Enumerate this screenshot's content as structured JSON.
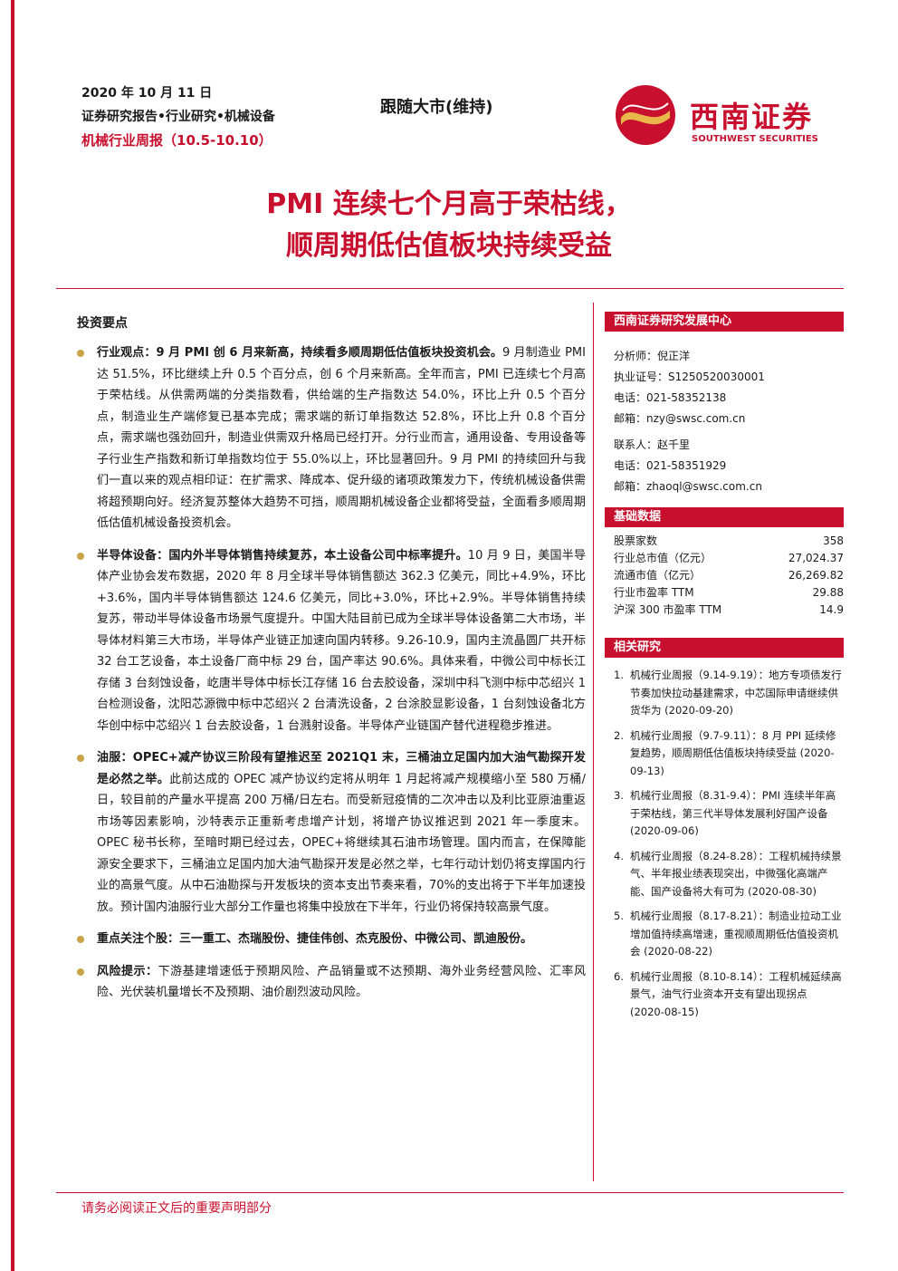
{
  "header": {
    "date": "2020 年 10 月 11 日",
    "report_type": "证券研究报告•行业研究•机械设备",
    "weekly": "机械行业周报（10.5-10.10）",
    "rating": "跟随大市(维持)"
  },
  "logo": {
    "cn": "西南证券",
    "en": "SOUTHWEST SECURITIES"
  },
  "title": {
    "line1": "PMI 连续七个月高于荣枯线，",
    "line2": "顺周期低估值板块持续受益"
  },
  "main": {
    "heading": "投资要点",
    "bullets": [
      {
        "lead": "行业观点：9 月 PMI 创 6 月来新高，持续看多顺周期低估值板块投资机会。",
        "body": "9 月制造业 PMI 达 51.5%，环比继续上升 0.5 个百分点，创 6 个月来新高。全年而言，PMI 已连续七个月高于荣枯线。从供需两端的分类指数看，供给端的生产指数达 54.0%，环比上升 0.5 个百分点，制造业生产端修复已基本完成；需求端的新订单指数达 52.8%，环比上升 0.8 个百分点，需求端也强劲回升，制造业供需双升格局已经打开。分行业而言，通用设备、专用设备等子行业生产指数和新订单指数均位于 55.0%以上，环比显著回升。9 月 PMI 的持续回升与我们一直以来的观点相印证：在扩需求、降成本、促升级的诸项政策发力下，传统机械设备供需将超预期向好。经济复苏整体大趋势不可挡，顺周期机械设备企业都将受益，全面看多顺周期低估值机械设备投资机会。"
      },
      {
        "lead": "半导体设备：国内外半导体销售持续复苏，本土设备公司中标率提升。",
        "body": "10 月 9 日，美国半导体产业协会发布数据，2020 年 8 月全球半导体销售额达 362.3 亿美元，同比+4.9%，环比+3.6%，国内半导体销售额达 124.6 亿美元，同比+3.0%，环比+2.9%。半导体销售持续复苏，带动半导体设备市场景气度提升。中国大陆目前已成为全球半导体设备第二大市场，半导体材料第三大市场，半导体产业链正加速向国内转移。9.26-10.9，国内主流晶圆厂共开标 32 台工艺设备，本土设备厂商中标 29 台，国产率达 90.6%。具体来看，中微公司中标长江存储 3 台刻蚀设备，屹唐半导体中标长江存储 16 台去胶设备，深圳中科飞测中标中芯绍兴 1 台检测设备，沈阳芯源微中标中芯绍兴 2 台清洗设备，2 台涂胶显影设备，1 台刻蚀设备北方华创中标中芯绍兴 1 台去胶设备，1 台溅射设备。半导体产业链国产替代进程稳步推进。"
      },
      {
        "lead": "油服：OPEC+减产协议三阶段有望推迟至 2021Q1 末，三桶油立足国内加大油气勘探开发是必然之举。",
        "body": "此前达成的 OPEC 减产协议约定将从明年 1 月起将减产规模缩小至 580 万桶/日，较目前的产量水平提高 200 万桶/日左右。而受新冠疫情的二次冲击以及利比亚原油重返市场等因素影响，沙特表示正重新考虑增产计划，将增产协议推迟到 2021 年一季度末。OPEC 秘书长称，至暗时期已经过去，OPEC+将继续其石油市场管理。国内而言，在保障能源安全要求下，三桶油立足国内加大油气勘探开发是必然之举，七年行动计划仍将支撑国内行业的高景气度。从中石油勘探与开发板块的资本支出节奏来看，70%的支出将于下半年加速投放。预计国内油服行业大部分工作量也将集中投放在下半年，行业仍将保持较高景气度。"
      },
      {
        "lead": "重点关注个股：三一重工、杰瑞股份、捷佳伟创、杰克股份、中微公司、凯迪股份。",
        "body": ""
      },
      {
        "lead": "风险提示：",
        "body": "下游基建增速低于预期风险、产品销量或不达预期、海外业务经营风险、汇率风险、光伏装机量增长不及预期、油价剧烈波动风险。"
      }
    ]
  },
  "sidebar": {
    "center_title": "西南证券研究发展中心",
    "analyst": "分析师：倪正洋",
    "cert": "执业证号：S1250520030001",
    "phone1": "电话：021-58352138",
    "email1": "邮箱：nzy@swsc.com.cn",
    "contact": "联系人：赵千里",
    "phone2": "电话：021-58351929",
    "email2": "邮箱：zhaoql@swsc.com.cn",
    "basic_title": "基础数据",
    "basic_data": [
      {
        "label": "股票家数",
        "value": "358"
      },
      {
        "label": "行业总市值（亿元）",
        "value": "27,024.37"
      },
      {
        "label": "流通市值（亿元）",
        "value": "26,269.82"
      },
      {
        "label": "行业市盈率 TTM",
        "value": "29.88"
      },
      {
        "label": "沪深 300 市盈率 TTM",
        "value": "14.9"
      }
    ],
    "related_title": "相关研究",
    "related": [
      {
        "num": "1.",
        "text": "机械行业周报（9.14-9.19）：地方专项债发行节奏加快拉动基建需求，中芯国际申请继续供货华为",
        "date": "(2020-09-20)"
      },
      {
        "num": "2.",
        "text": "机械行业周报（9.7-9.11）：8 月 PPI 延续修复趋势，顺周期低估值板块持续受益",
        "date": "(2020-09-13)"
      },
      {
        "num": "3.",
        "text": "机械行业周报（8.31-9.4）：PMI 连续半年高于荣枯线，第三代半导体发展利好国产设备",
        "date": "(2020-09-06)"
      },
      {
        "num": "4.",
        "text": "机械行业周报（8.24-8.28）：工程机械持续景气、半年报业绩表现突出，中微强化高端产能、国产设备将大有可为",
        "date": "(2020-08-30)"
      },
      {
        "num": "5.",
        "text": "机械行业周报（8.17-8.21）：制造业拉动工业增加值持续高增速，重视顺周期低估值投资机会",
        "date": "(2020-08-22)"
      },
      {
        "num": "6.",
        "text": "机械行业周报（8.10-8.14）：工程机械延续高景气，油气行业资本开支有望出现拐点",
        "date": "(2020-08-15)"
      }
    ]
  },
  "footer": {
    "text": "请务必阅读正文后的重要声明部分"
  }
}
